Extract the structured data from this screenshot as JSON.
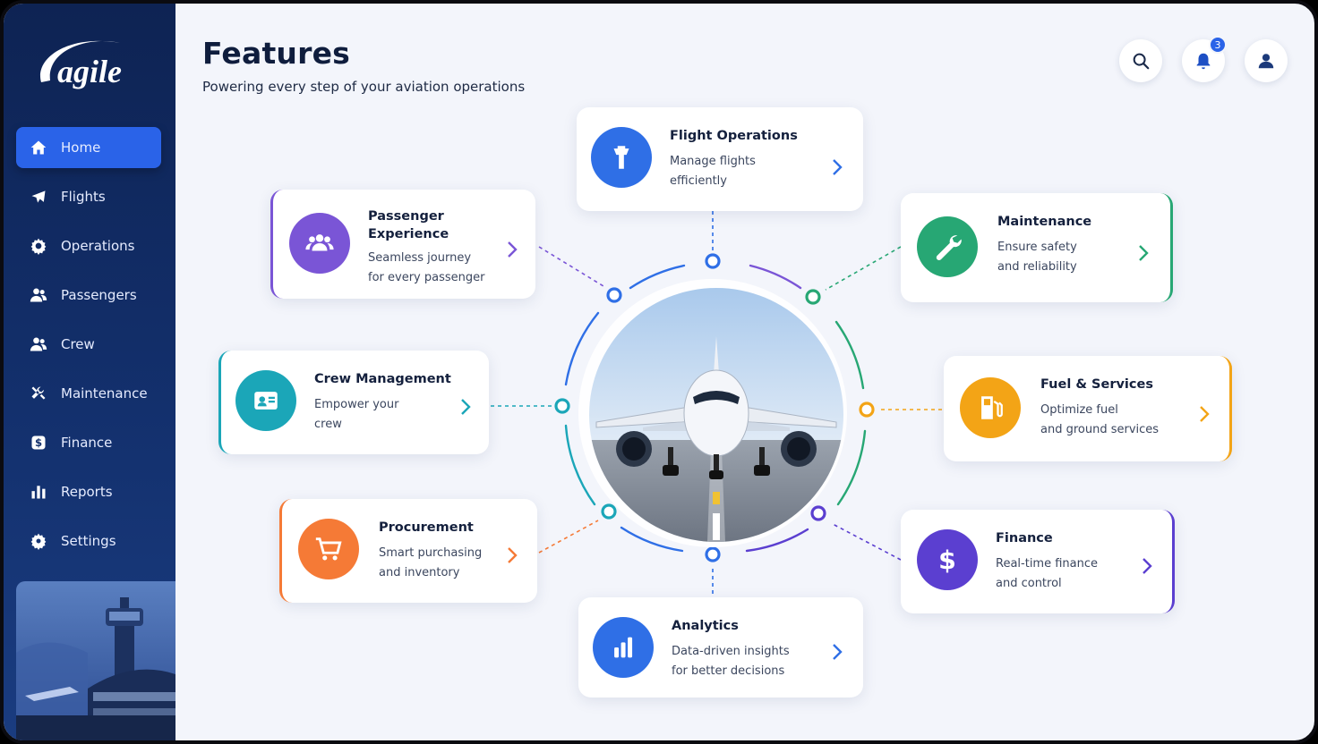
{
  "brand": {
    "logo_text": "agile"
  },
  "sidebar": {
    "items": [
      {
        "label": "Home",
        "icon": "home-icon",
        "active": true
      },
      {
        "label": "Flights",
        "icon": "plane-icon"
      },
      {
        "label": "Operations",
        "icon": "gear-icon"
      },
      {
        "label": "Passengers",
        "icon": "users-icon"
      },
      {
        "label": "Crew",
        "icon": "users-icon"
      },
      {
        "label": "Maintenance",
        "icon": "tools-icon"
      },
      {
        "label": "Finance",
        "icon": "dollar-icon"
      },
      {
        "label": "Reports",
        "icon": "bar-chart-icon"
      },
      {
        "label": "Settings",
        "icon": "settings-icon"
      }
    ]
  },
  "header": {
    "title": "Features",
    "subtitle": "Powering every step of your aviation operations",
    "notifications_count": "3"
  },
  "features": {
    "flight_ops": {
      "title": "Flight Operations",
      "desc1": "Manage flights",
      "desc2": "efficiently",
      "color": "#2f6fe6"
    },
    "passenger": {
      "title1": "Passenger",
      "title2": "Experience",
      "desc1": "Seamless journey",
      "desc2": "for every passenger",
      "color": "#7a55d6"
    },
    "maintenance": {
      "title": "Maintenance",
      "desc1": "Ensure safety",
      "desc2": "and reliability",
      "color": "#27a774"
    },
    "crew": {
      "title": "Crew Management",
      "desc1": "Empower your",
      "desc2": "crew",
      "color": "#1ba6b8"
    },
    "fuel": {
      "title": "Fuel & Services",
      "desc1": "Optimize fuel",
      "desc2": "and ground services",
      "color": "#f3a416"
    },
    "procurement": {
      "title": "Procurement",
      "desc1": "Smart purchasing",
      "desc2": "and inventory",
      "color": "#f57a36"
    },
    "finance": {
      "title": "Finance",
      "desc1": "Real-time finance",
      "desc2": "and control",
      "color": "#5b3fd0"
    },
    "analytics": {
      "title": "Analytics",
      "desc1": "Data-driven insights",
      "desc2": "for better decisions",
      "color": "#2f6fe6"
    }
  }
}
